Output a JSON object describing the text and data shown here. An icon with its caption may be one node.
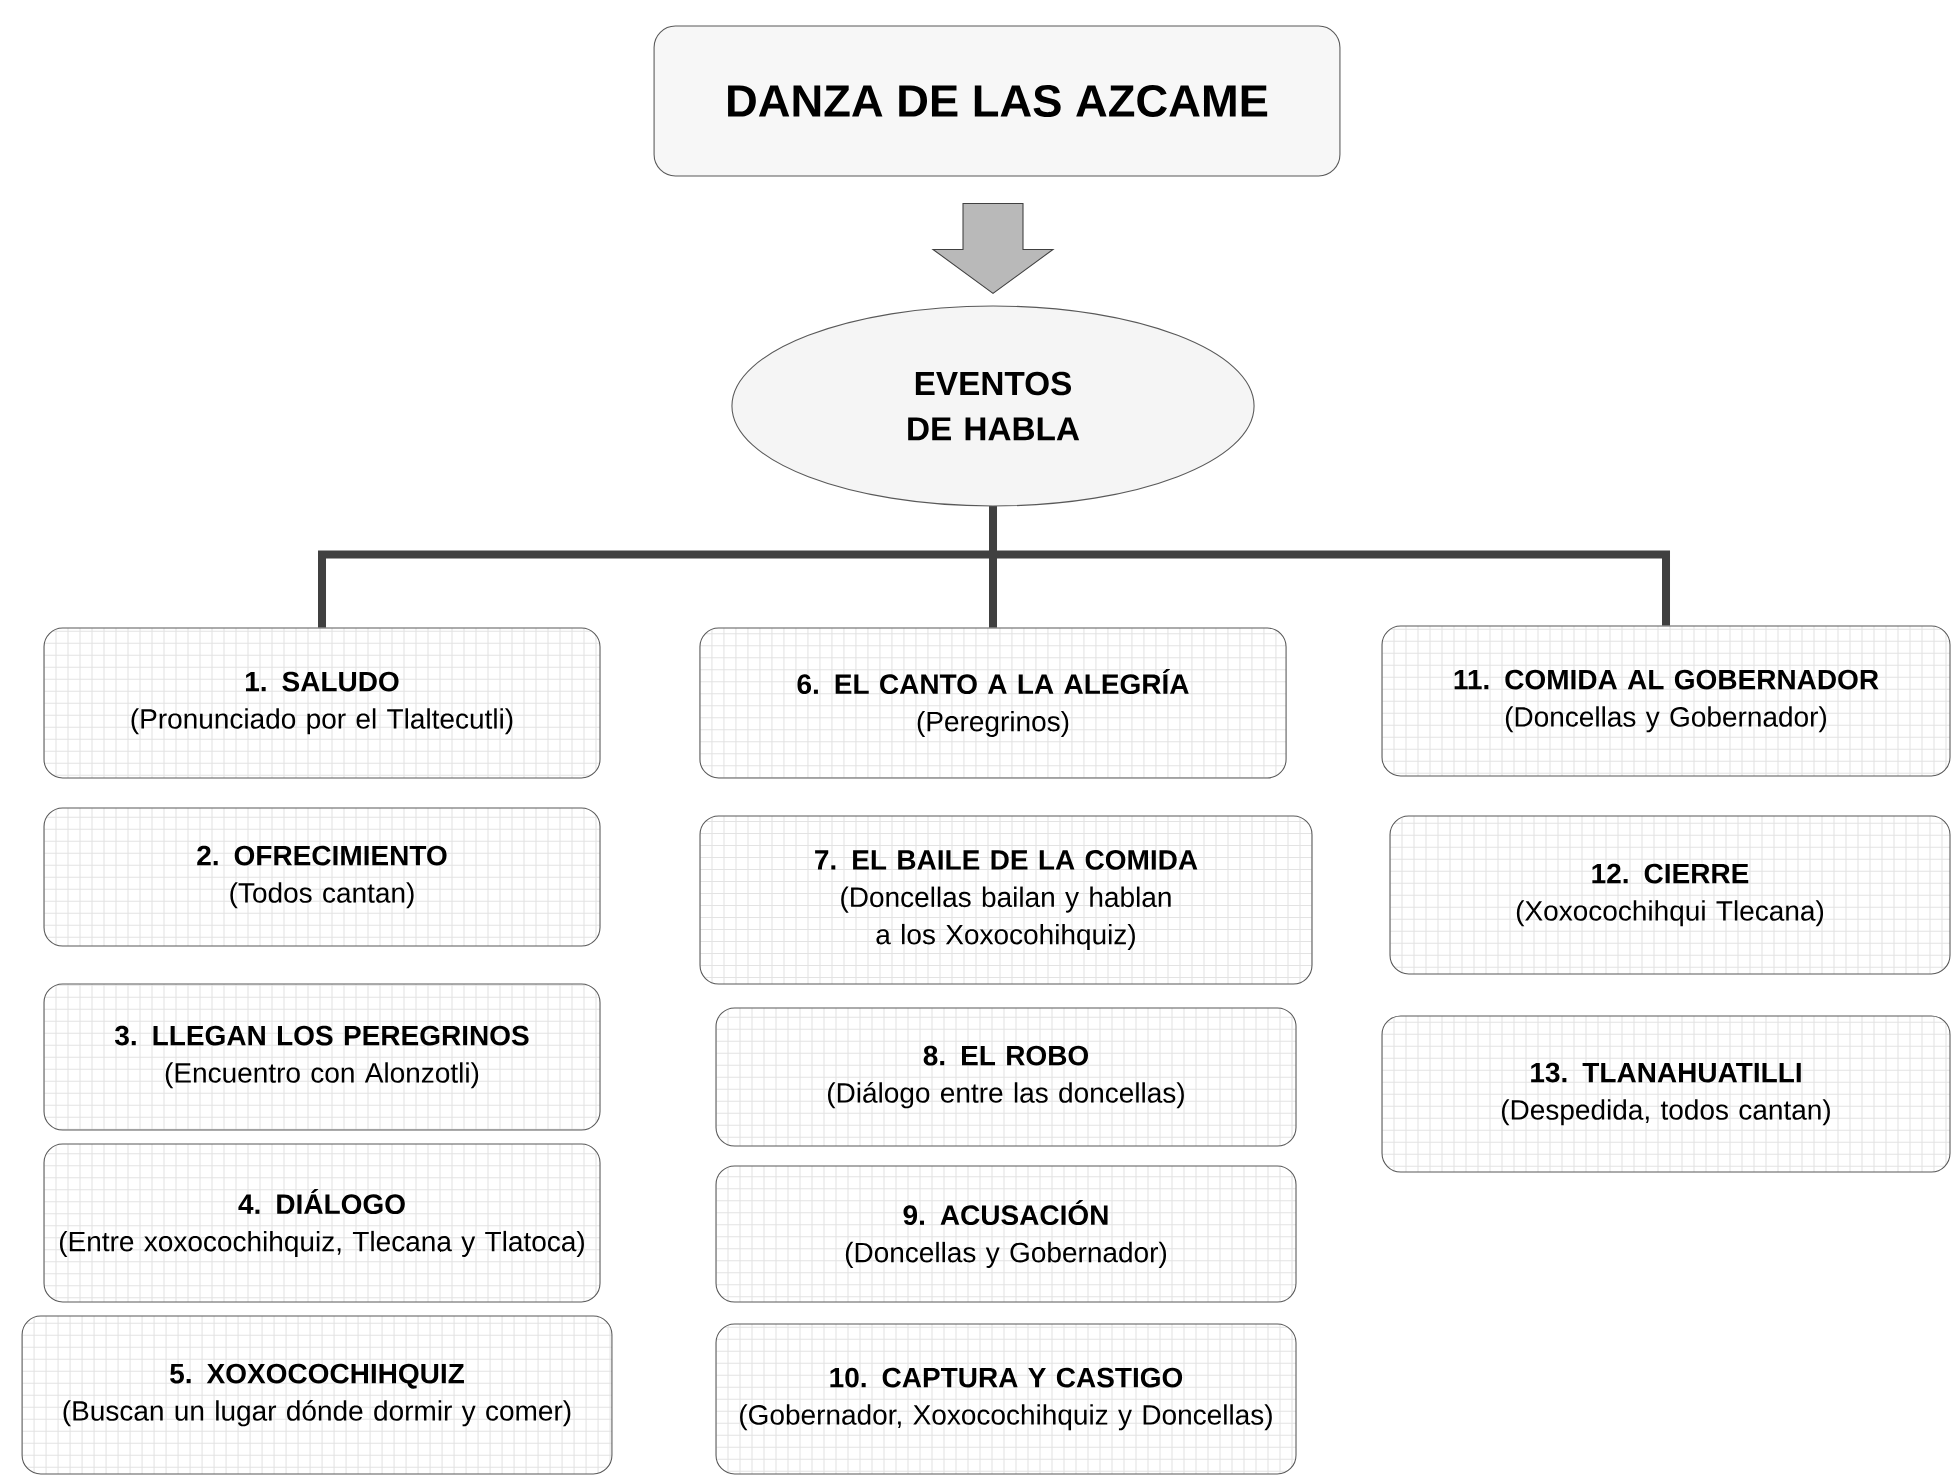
{
  "diagram": {
    "nodes": [
      {
        "text": [
          "DANZA DE LAS AZCAME"
        ]
      },
      {
        "text": [
          "EVENTOS DE HABLA"
        ]
      },
      {
        "text": [
          "1. SALUDO",
          "(Pronunciado por el Tlaltecutli)"
        ]
      },
      {
        "text": [
          "2. OFRECIMIENTO",
          "(Todos cantan)"
        ]
      },
      {
        "text": [
          "3. LLEGAN LOS PEREGRINOS",
          "(Encuentro con Alonzotli)"
        ]
      },
      {
        "text": [
          "4. DIÁLOGO",
          "(Entre xoxocochihquiz, Tlecana y Tlatoca)"
        ]
      },
      {
        "text": [
          "5. XOXOCOCHIHQUIZ",
          "(Buscan un lugar dónde dormir y comer)"
        ]
      },
      {
        "text": [
          "6. EL CANTO A LA ALEGRÍA",
          "(Peregrinos)"
        ]
      },
      {
        "text": [
          "7. EL BAILE DE LA COMIDA",
          "(Doncellas bailan y hablan a los Xoxocohihquiz)"
        ]
      },
      {
        "text": [
          "8. EL ROBO",
          "(Diálogo entre las doncellas)"
        ]
      },
      {
        "text": [
          "9. ACUSACIÓN",
          "(Doncellas y Gobernador)"
        ]
      },
      {
        "text": [
          "10. CAPTURA Y CASTIGO",
          "(Gobernador, Xoxocochihquiz y Doncellas)"
        ]
      },
      {
        "text": [
          "11. COMIDA AL GOBERNADOR",
          "(Doncellas y Gobernador)"
        ]
      },
      {
        "text": [
          "12. CIERRE",
          "(Xoxocochihqui Tlecana)"
        ]
      },
      {
        "text": [
          "13. TLANAHUATILLI",
          "(Despedida, todos cantan)"
        ]
      }
    ],
    "edges": [
      {
        "from": 0,
        "to": 1,
        "arrow": "to"
      },
      {
        "from": 1,
        "to": 2,
        "arrow": "none"
      },
      {
        "from": 1,
        "to": 7,
        "arrow": "none"
      },
      {
        "from": 1,
        "to": 12,
        "arrow": "none"
      }
    ]
  }
}
